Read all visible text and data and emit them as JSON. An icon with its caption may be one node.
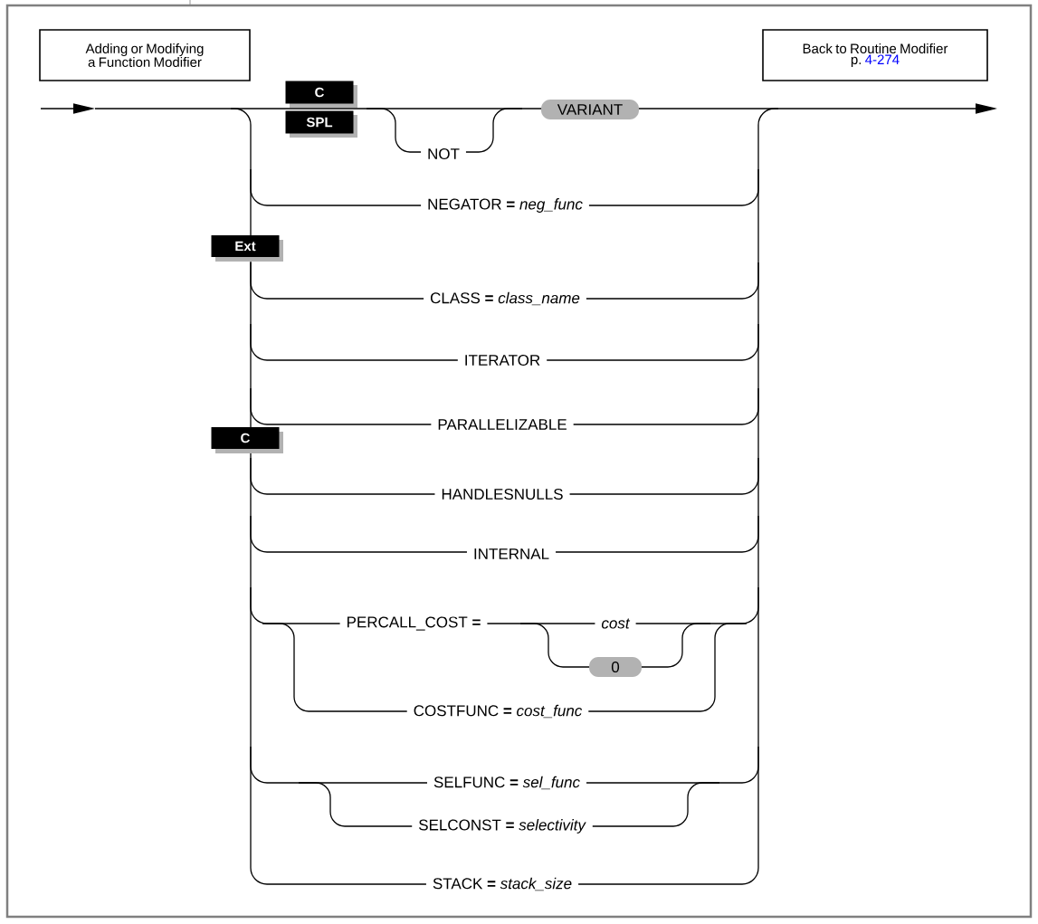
{
  "diagram": {
    "nodes": [
      {
        "text": [
          "Adding or Modifying a Function Modifier"
        ]
      },
      {
        "text": [
          "Back to Routine Modifier",
          "p.",
          "4-274"
        ]
      },
      {
        "text": [
          "C"
        ]
      },
      {
        "text": [
          "SPL"
        ]
      },
      {
        "text": [
          "VARIANT"
        ]
      },
      {
        "text": [
          "Ext"
        ]
      },
      {
        "text": [
          "C"
        ]
      },
      {
        "text": [
          "0"
        ]
      }
    ],
    "labels": [
      "NOT",
      "NEGATOR **=** *neg_func*",
      "CLASS **=** *class_name*",
      "ITERATOR",
      "PARALLELIZABLE",
      "HANDLESNULLS",
      "INTERNAL",
      "PERCALL_COST **=**",
      "cost",
      "COSTFUNC **=** *cost_func*",
      "SELFUNC **=** *sel_func*",
      "SELCONST **=** *selectivity*",
      "STACK **=** *stack_size*"
    ]
  }
}
